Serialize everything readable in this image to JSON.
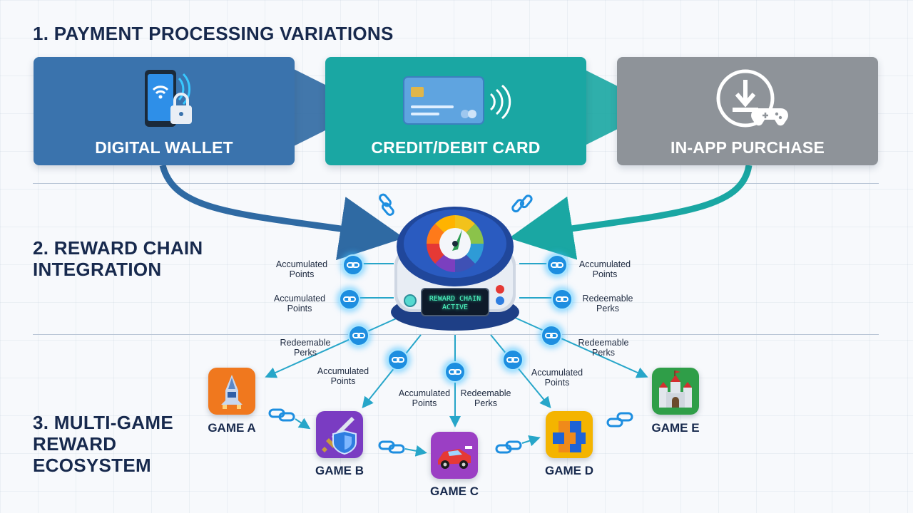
{
  "sections": {
    "payment": "1. PAYMENT PROCESSING VARIATIONS",
    "reward": "2. REWARD CHAIN\nINTEGRATION",
    "ecosystem": "3. MULTI-GAME\nREWARD\nECOSYSTEM"
  },
  "payment_methods": [
    {
      "label": "DIGITAL WALLET",
      "color": "#3a73ad",
      "icon": "phone-wallet-lock-icon"
    },
    {
      "label": "CREDIT/DEBIT CARD",
      "color": "#1aa7a3",
      "icon": "credit-card-contactless-icon"
    },
    {
      "label": "IN-APP PURCHASE",
      "color": "#8e9399",
      "icon": "download-gamepad-icon"
    }
  ],
  "hub": {
    "screen_text": "REWARD CHAIN\nACTIVE",
    "icon": "reward-wheel-device-icon"
  },
  "hub_labels": {
    "left_top": "Accumulated\nPoints",
    "left_mid": "Accumulated\nPoints",
    "right_top": "Accumulated\nPoints",
    "right_mid": "Redeemable\nPerks",
    "left_low": "Redeemable\nPerks",
    "inner_left": "Accumulated\nPoints",
    "center_left": "Accumulated\nPoints",
    "center_right": "Redeemable\nPerks",
    "inner_right": "Accumulated\nPoints",
    "right_low": "Redeemable\nPerks"
  },
  "games": [
    {
      "label": "GAME A",
      "color": "#f0781e",
      "icon": "spaceship-icon"
    },
    {
      "label": "GAME B",
      "color": "#7a3cc2",
      "icon": "sword-shield-icon"
    },
    {
      "label": "GAME C",
      "color": "#9b3fc4",
      "icon": "race-car-icon"
    },
    {
      "label": "GAME D",
      "color": "#f4b400",
      "icon": "puzzle-cubes-icon"
    },
    {
      "label": "GAME E",
      "color": "#2f9e48",
      "icon": "castle-icon"
    }
  ],
  "colors": {
    "arrow_blue": "#2f6aa3",
    "arrow_teal": "#1aa7a3",
    "connector": "#27a6c9",
    "chain_blue": "#1d8ee0"
  }
}
